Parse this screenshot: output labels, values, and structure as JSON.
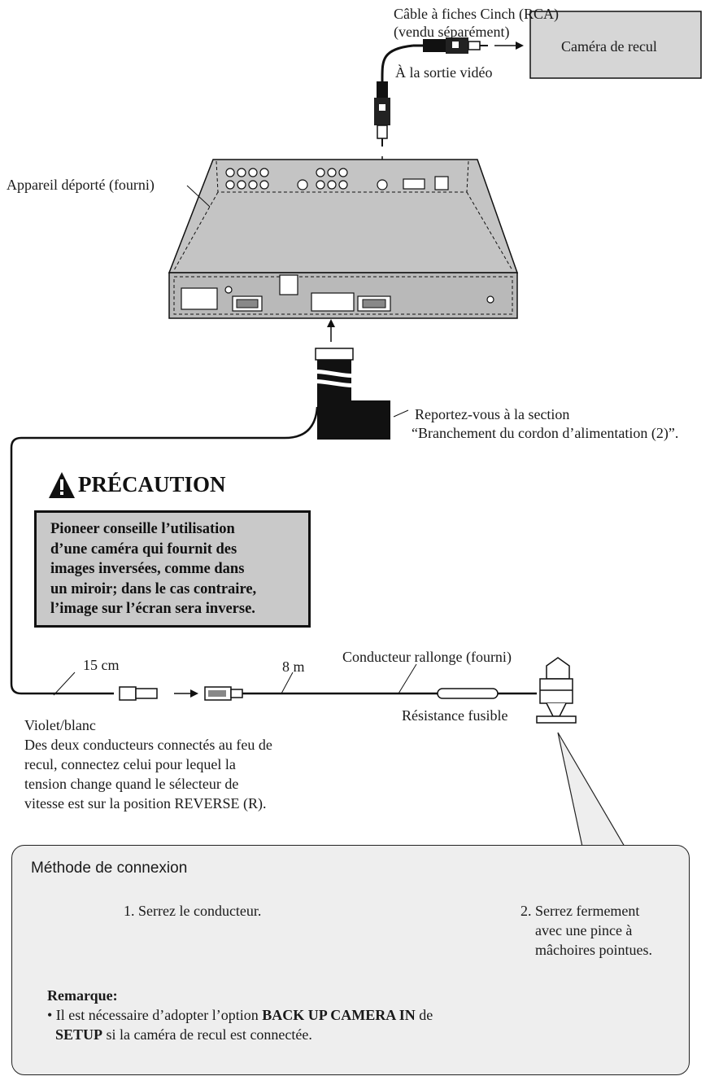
{
  "labels": {
    "cable_line1": "Câble à fiches Cinch (RCA)",
    "cable_line2": "(vendu séparément)",
    "video_out": "À la sortie vidéo",
    "camera": "Caméra de recul",
    "remote_unit": "Appareil déporté (fourni)",
    "refer_line1": "Reportez-vous à la section",
    "refer_line2": "“Branchement du cordon d’alimentation (2)”.",
    "len_15": "15 cm",
    "len_8": "8 m",
    "extension": "Conducteur rallonge (fourni)",
    "fuse": "Résistance fusible",
    "violet": "Violet/blanc",
    "violet_desc": [
      "Des deux conducteurs connectés au feu de",
      "recul, connectez celui pour lequel la",
      "tension change quand le sélecteur de",
      "vitesse est sur la position REVERSE (R)."
    ]
  },
  "caution": {
    "title": "PRÉCAUTION",
    "lines": [
      "Pioneer conseille l’utilisation",
      "d’une caméra qui fournit des",
      "images inversées, comme dans",
      "un miroir; dans le cas contraire,",
      "l’image sur l’écran sera inverse."
    ]
  },
  "method": {
    "title": "Méthode de connexion",
    "step1": "1. Serrez le conducteur.",
    "step2_lines": [
      "2. Serrez fermement",
      "avec une pince à",
      "mâchoires pointues."
    ],
    "note_title": "Remarque:",
    "note_a": "• Il est nécessaire d’adopter l’option ",
    "note_b": "BACK UP CAMERA IN",
    "note_c": " de",
    "note_d": "SETUP",
    "note_e": " si la caméra de recul est connectée."
  }
}
